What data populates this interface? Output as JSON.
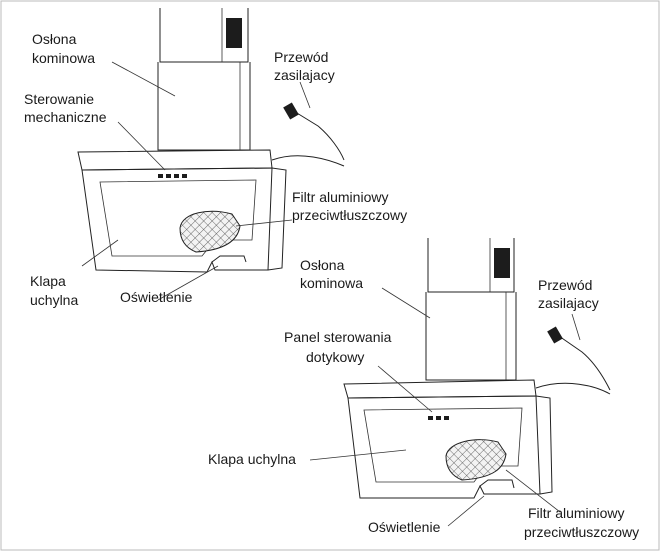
{
  "labels": {
    "top": {
      "chimney_cover": [
        "Osłona",
        "kominowa"
      ],
      "mechanical_control": [
        "Sterowanie",
        "mechaniczne"
      ],
      "power_cord": [
        "Przewód",
        "zasilajacy"
      ],
      "aluminium_filter": [
        "Filtr aluminiowy",
        "przeciwtłuszczowy"
      ],
      "tilting_flap": [
        "Klapa",
        "uchylna"
      ],
      "lighting": "Oświetlenie"
    },
    "bottom": {
      "chimney_cover": [
        "Osłona",
        "kominowa"
      ],
      "touch_panel": [
        "Panel sterowania",
        "dotykowy"
      ],
      "power_cord": [
        "Przewód",
        "zasilajacy"
      ],
      "tilting_flap": "Klapa uchylna",
      "lighting": "Oświetlenie",
      "aluminium_filter": [
        "Filtr aluminiowy",
        "przeciwtłuszczowy"
      ]
    }
  },
  "colors": {
    "line": "#222222",
    "background": "#ffffff",
    "dark_panel": "#1c1c1c"
  }
}
